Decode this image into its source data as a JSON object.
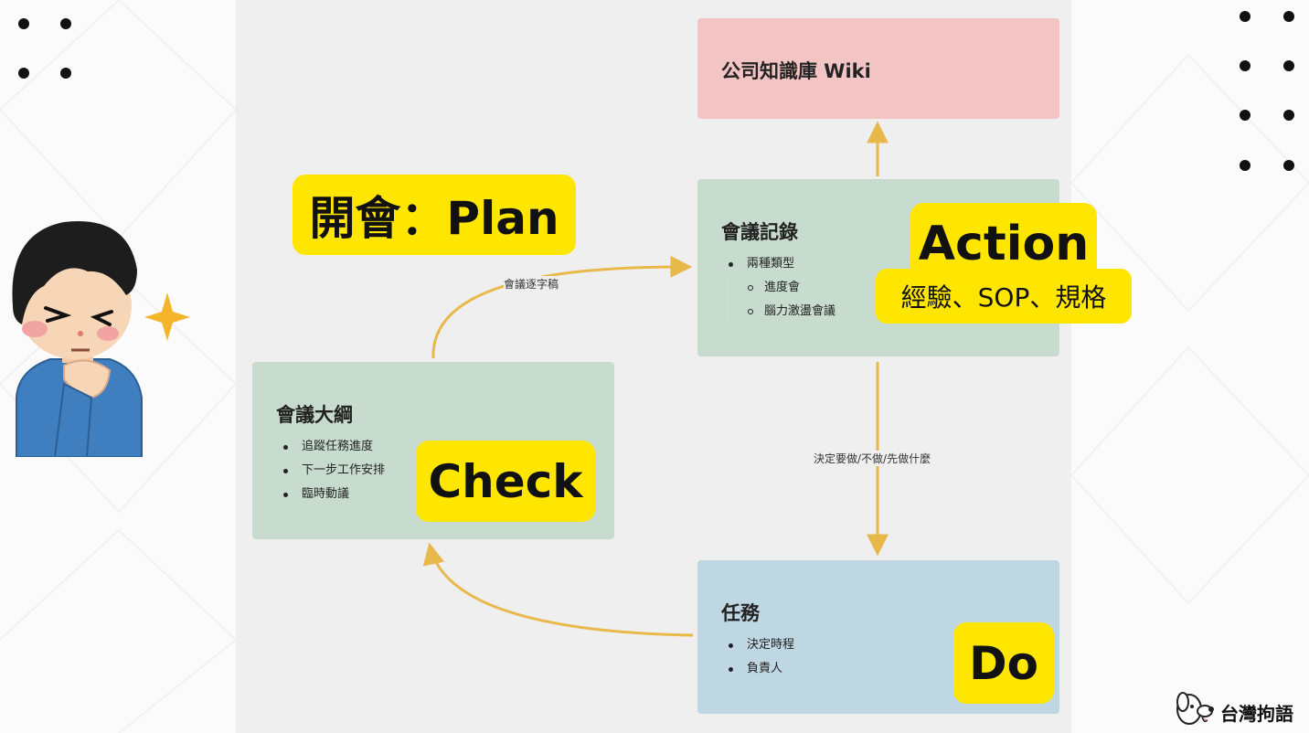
{
  "nodes": {
    "wiki": {
      "title": "公司知識庫 Wiki"
    },
    "meeting_record": {
      "title": "會議記錄",
      "bullet": "兩種類型",
      "sub_bullets": [
        "進度會",
        "腦力激盪會議"
      ]
    },
    "agenda": {
      "title": "會議大綱",
      "bullets": [
        "追蹤任務進度",
        "下一步工作安排",
        "臨時動議"
      ]
    },
    "task": {
      "title": "任務",
      "bullets": [
        "決定時程",
        "負責人"
      ]
    }
  },
  "edges": {
    "agenda_to_record": "會議逐字稿",
    "record_to_task": "決定要做/不做/先做什麼"
  },
  "tags": {
    "plan": "開會：Plan",
    "action": "Action",
    "action_sub": "經驗、SOP、規格",
    "check": "Check",
    "do": "Do"
  },
  "logo": {
    "text": "台灣拘語"
  },
  "colors": {
    "wiki_bg": "#f2c4c4",
    "green_bg": "#c7dccf",
    "blue_bg": "#bfd6e3",
    "tag_yellow": "#ffe600",
    "arrow": "#e8b84a"
  }
}
